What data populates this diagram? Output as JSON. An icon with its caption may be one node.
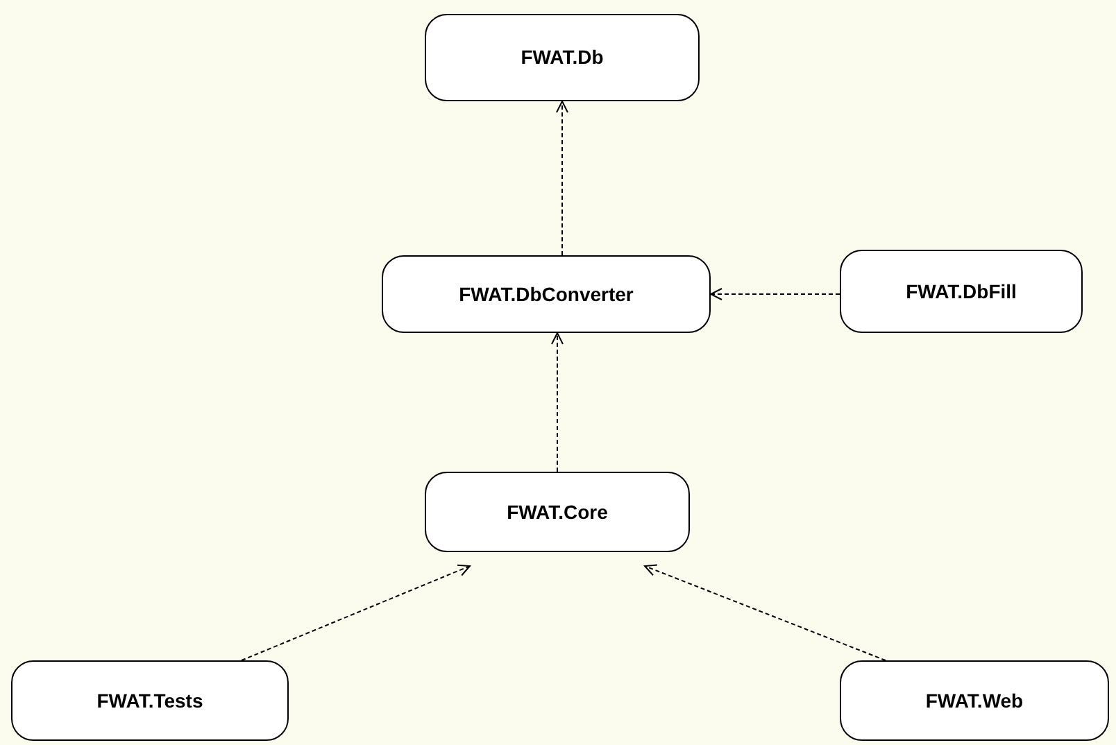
{
  "diagram": {
    "nodes": [
      {
        "text": [
          "FWAT.Db"
        ]
      },
      {
        "text": [
          "FWAT.DbConverter"
        ]
      },
      {
        "text": [
          "FWAT.DbFill"
        ]
      },
      {
        "text": [
          "FWAT.Core"
        ]
      },
      {
        "text": [
          "FWAT.Tests"
        ]
      },
      {
        "text": [
          "FWAT.Web"
        ]
      }
    ],
    "edges": [
      {
        "from": 1,
        "to": 0,
        "arrow": "to",
        "style": "dashed"
      },
      {
        "from": 2,
        "to": 1,
        "arrow": "to",
        "style": "dashed"
      },
      {
        "from": 3,
        "to": 1,
        "arrow": "to",
        "style": "dashed"
      },
      {
        "from": 4,
        "to": 3,
        "arrow": "to",
        "style": "dashed"
      },
      {
        "from": 5,
        "to": 3,
        "arrow": "to",
        "style": "dashed"
      }
    ]
  }
}
